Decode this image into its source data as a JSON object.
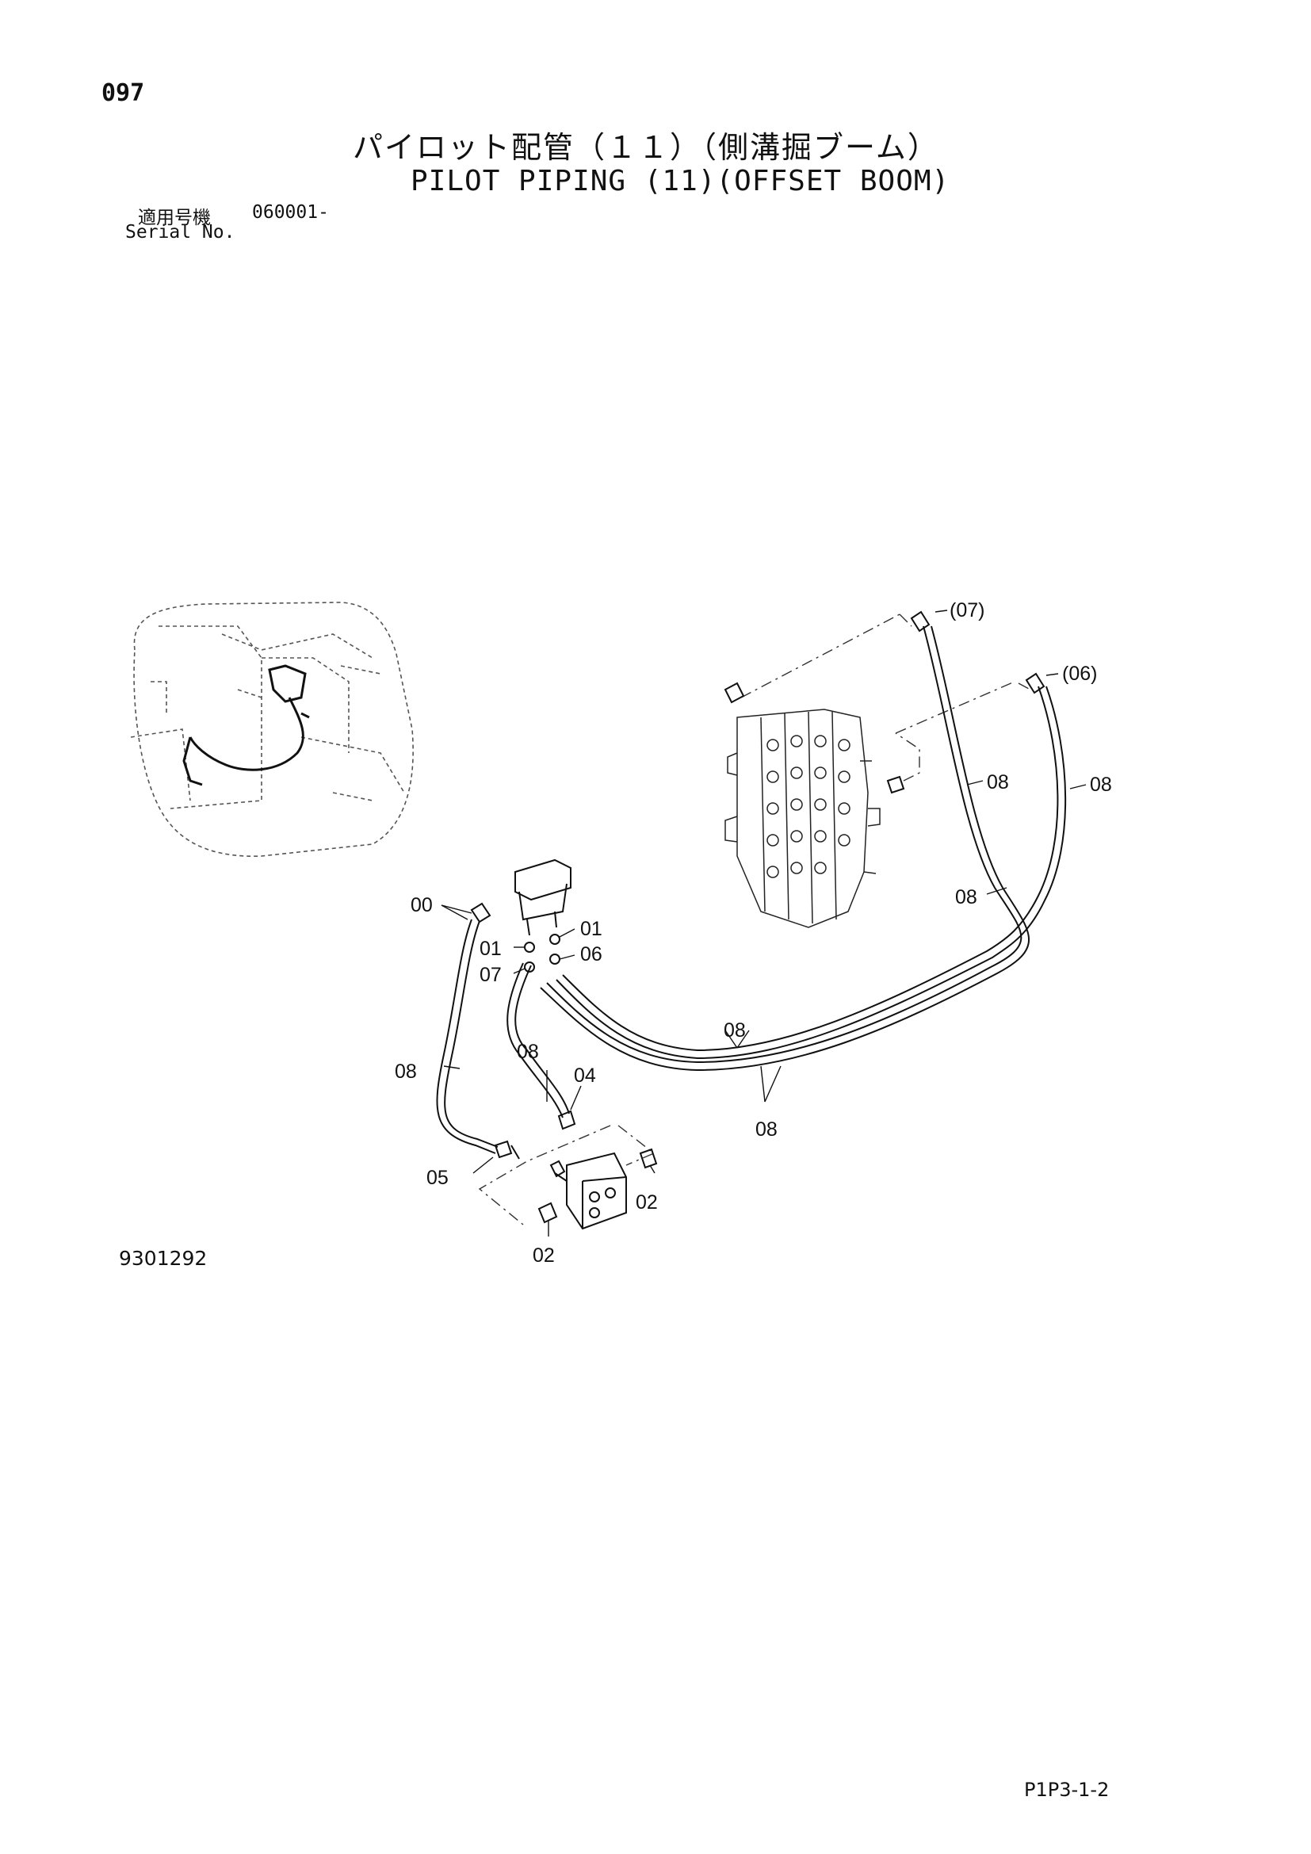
{
  "header": {
    "page_number": "097",
    "title_jp": "パイロット配管（１１）（側溝掘ブーム）",
    "title_en": "PILOT PIPING (11)(OFFSET BOOM)",
    "serial_label_jp": "適用号機",
    "serial_value": "060001-",
    "serial_label_en": "Serial No."
  },
  "diagram": {
    "callouts": {
      "c07": "(07)",
      "c06": "(06)",
      "c08a": "08",
      "c08b": "08",
      "c08c": "08",
      "c00": "00",
      "c01a": "01",
      "c01b": "01",
      "c06b": "06",
      "c07b": "07",
      "c08d": "08",
      "c08e": "08",
      "c08f": "08",
      "c08g": "08",
      "c04": "04",
      "c05": "05",
      "c02a": "02",
      "c02b": "02"
    }
  },
  "footer": {
    "drawing_number": "9301292",
    "sheet_code": "P1P3-1-2"
  }
}
